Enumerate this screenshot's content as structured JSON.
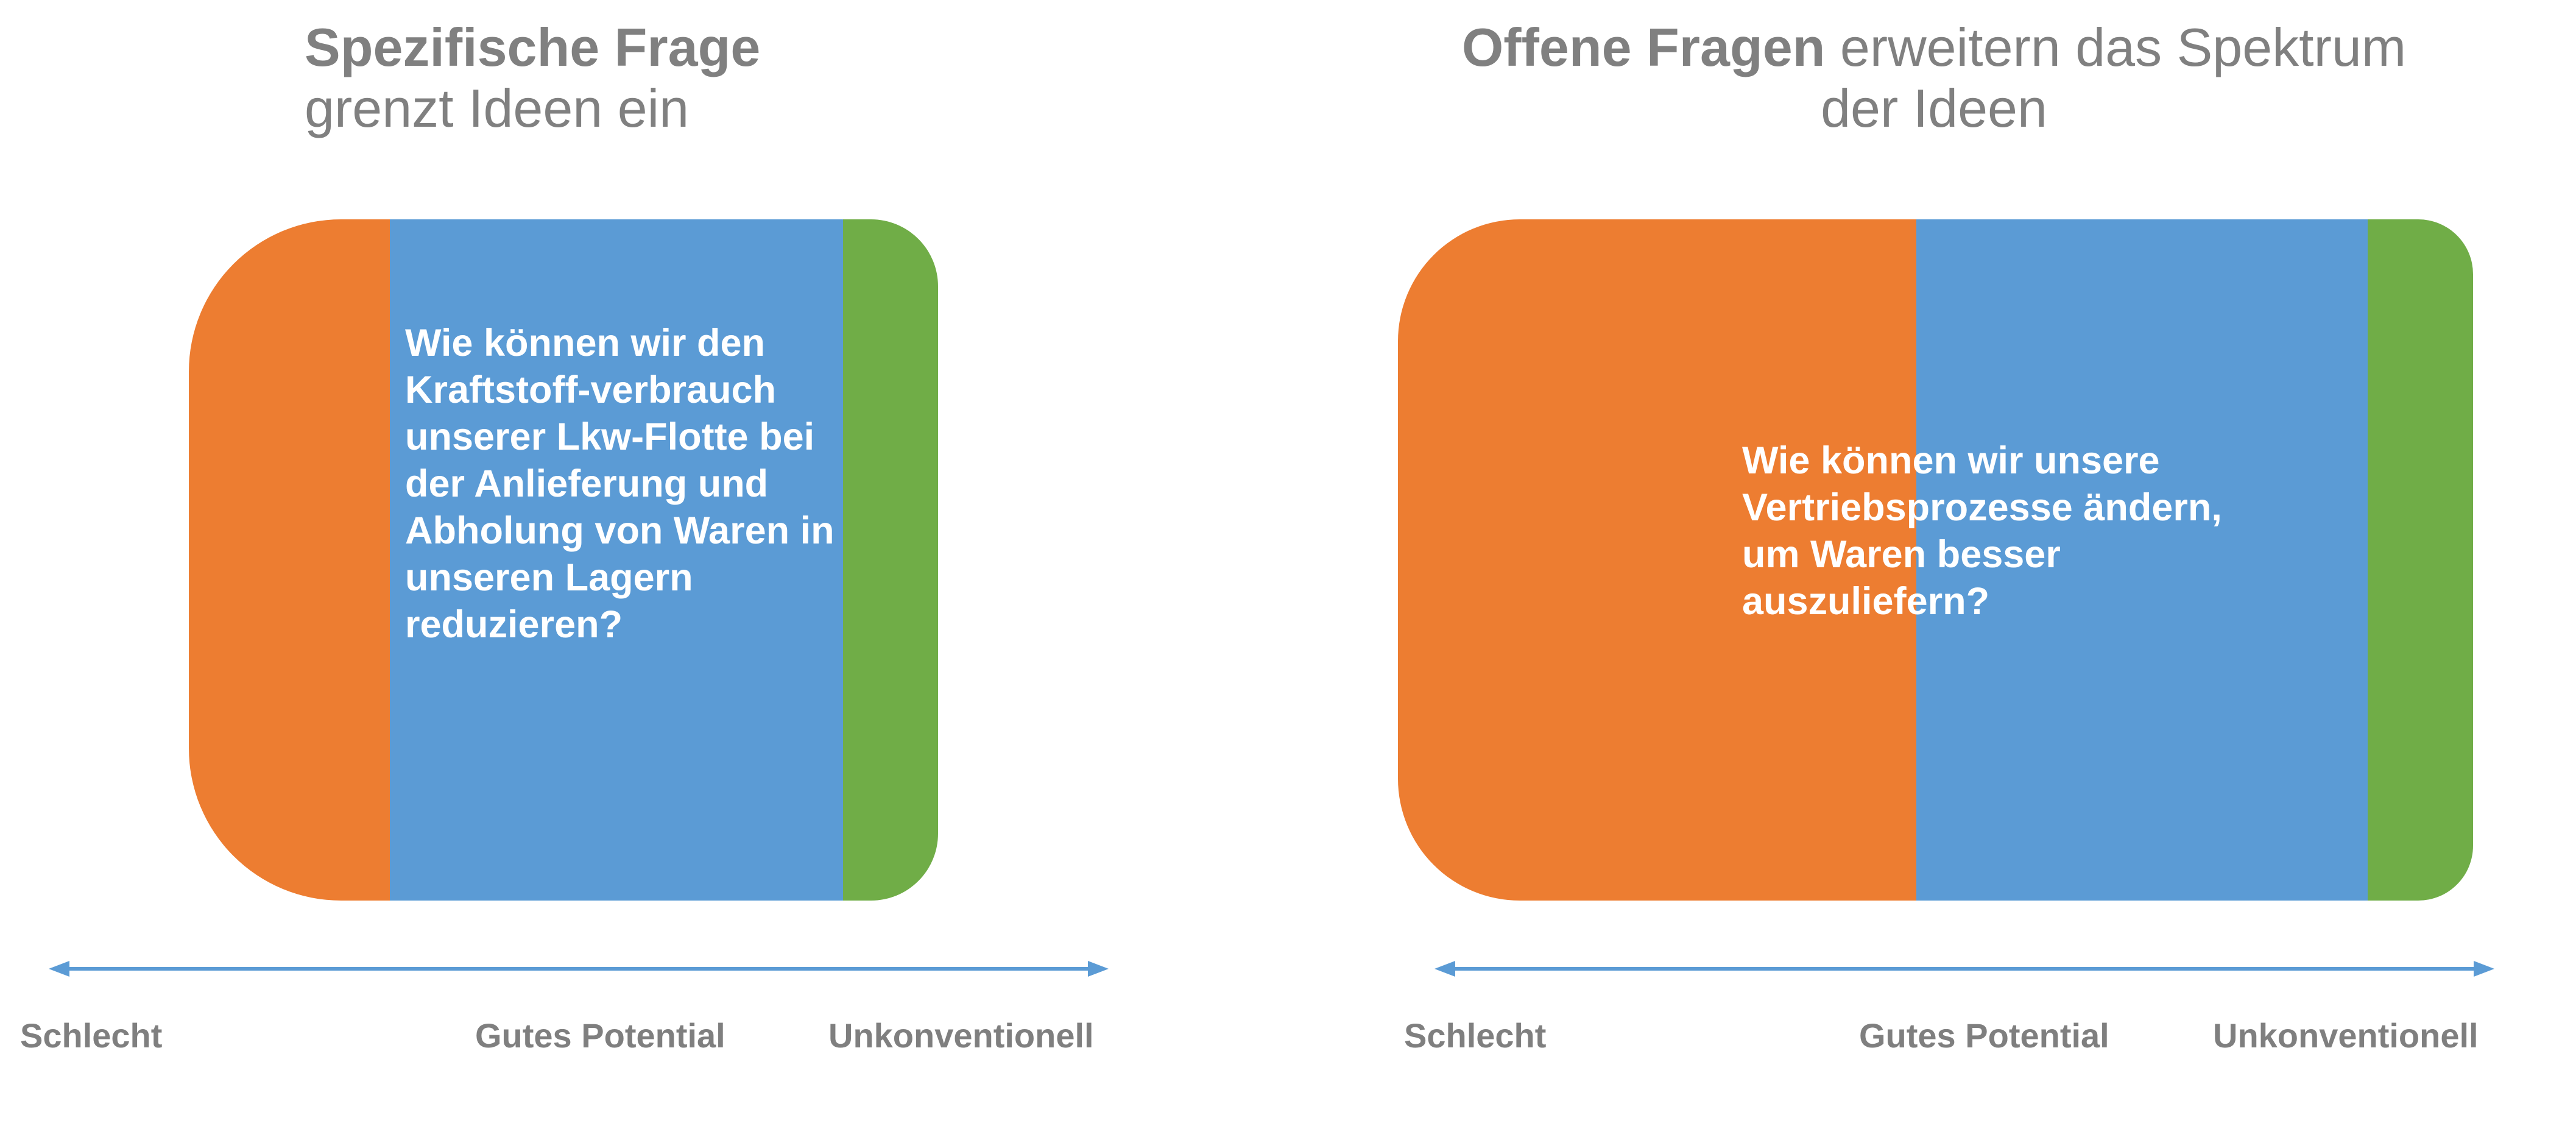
{
  "left_panel": {
    "title_bold": "Spezifische Frage",
    "title_rest": "grenzt Ideen ein",
    "question": "Wie können wir den\nKraftstoff-verbrauch\nunserer Lkw-Flotte bei\nder Anlieferung und\nAbholung von Waren in\nunseren Lagern\nreduzieren?",
    "segment_shares": {
      "orange": 0.268,
      "blue": 0.605,
      "green": 0.127
    },
    "axis_labels": {
      "bad": "Schlecht",
      "good": "Gutes Potential",
      "unconventional": "Unkonventionell"
    }
  },
  "right_panel": {
    "title_bold": "Offene Fragen",
    "title_rest": " erweitern das Spektrum\nder Ideen",
    "question": "Wie können wir unsere\nVertriebsprozesse ändern,\num Waren besser\nauszuliefern?",
    "segment_shares": {
      "orange": 0.482,
      "blue": 0.42,
      "green": 0.098
    },
    "axis_labels": {
      "bad": "Schlecht",
      "good": "Gutes Potential",
      "unconventional": "Unkonventionell"
    }
  },
  "colors": {
    "orange": "#ed7d31",
    "blue": "#5b9bd5",
    "green": "#70ad47",
    "axis": "#5b9bd5",
    "title_text": "#808080",
    "label_text": "#7f7f7f"
  }
}
